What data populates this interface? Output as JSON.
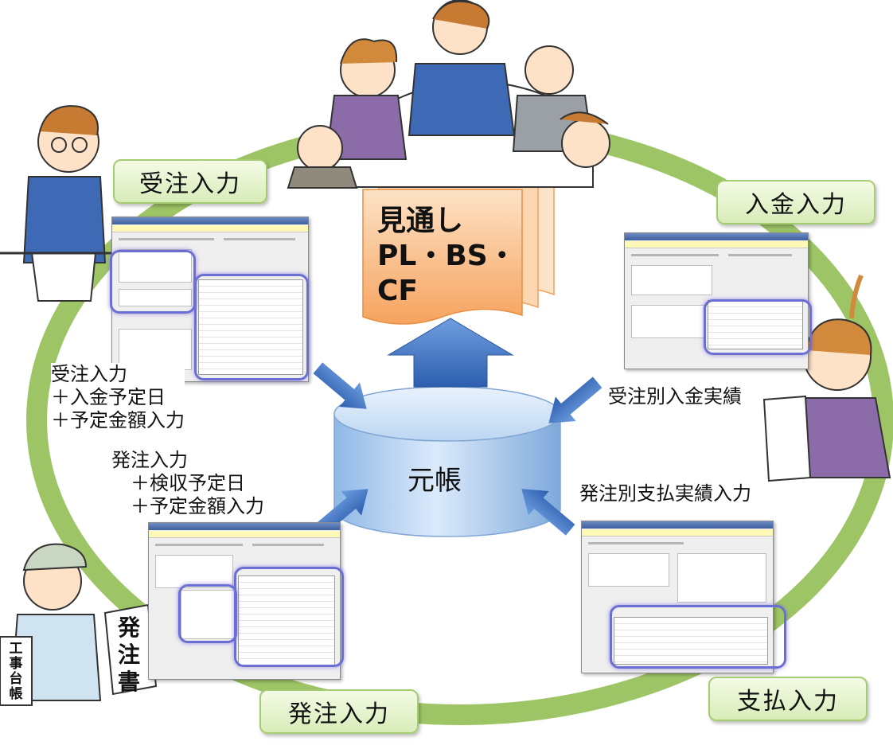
{
  "cycle_labels": {
    "order_input": "受注入力",
    "receipt_input": "入金入力",
    "purchase_input": "発注入力",
    "payment_input": "支払入力"
  },
  "center": {
    "ledger": "元帳",
    "forecast_line1": "見通し",
    "forecast_line2": "PL・BS・",
    "forecast_line3": "CF"
  },
  "notes": {
    "order_note": "受注入力\n＋入金予定日\n＋予定金額入力",
    "receipt_note": "受注別入金実績",
    "purchase_note": "発注入力\n　＋検収予定日\n　＋予定金額入力",
    "payment_note": "発注別支払実績入力"
  },
  "documents": {
    "order_sheet": "発注書",
    "ledger_book": "工事台帳"
  },
  "colors": {
    "ring": "#9dc565",
    "arrow": "#3d72c4",
    "cylinder": "#b9d5f1",
    "forecast_doc": "#f7b97e"
  }
}
